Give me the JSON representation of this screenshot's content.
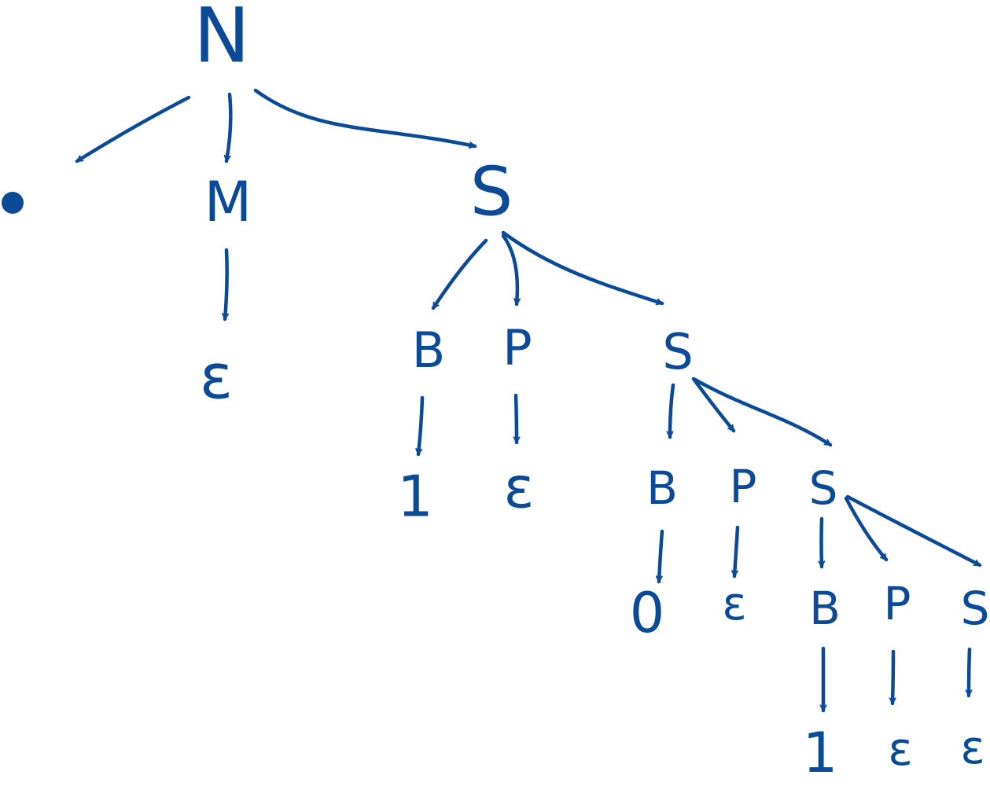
{
  "diagram": {
    "ink_color": "#0b4a96",
    "background": "#ffffff",
    "nodes": [
      {
        "id": "n",
        "label": "N"
      },
      {
        "id": "m",
        "label": "M"
      },
      {
        "id": "e1",
        "label": "ε"
      },
      {
        "id": "s1",
        "label": "S"
      },
      {
        "id": "b1",
        "label": "B"
      },
      {
        "id": "p1",
        "label": "P"
      },
      {
        "id": "s2",
        "label": "S"
      },
      {
        "id": "t1",
        "label": "1"
      },
      {
        "id": "e2",
        "label": "ε"
      },
      {
        "id": "b2",
        "label": "B"
      },
      {
        "id": "p2",
        "label": "P"
      },
      {
        "id": "s3",
        "label": "S"
      },
      {
        "id": "t0",
        "label": "0"
      },
      {
        "id": "e3",
        "label": "ε"
      },
      {
        "id": "b3",
        "label": "B"
      },
      {
        "id": "p3",
        "label": "P"
      },
      {
        "id": "s4",
        "label": "S"
      },
      {
        "id": "t2",
        "label": "1"
      },
      {
        "id": "e4",
        "label": "ε"
      },
      {
        "id": "e5",
        "label": "ε"
      }
    ],
    "edges": [
      {
        "from": "n",
        "to": "dot"
      },
      {
        "from": "n",
        "to": "m"
      },
      {
        "from": "n",
        "to": "s1"
      },
      {
        "from": "m",
        "to": "e1"
      },
      {
        "from": "s1",
        "to": "b1"
      },
      {
        "from": "s1",
        "to": "p1"
      },
      {
        "from": "s1",
        "to": "s2"
      },
      {
        "from": "b1",
        "to": "t1"
      },
      {
        "from": "p1",
        "to": "e2"
      },
      {
        "from": "s2",
        "to": "b2"
      },
      {
        "from": "s2",
        "to": "p2"
      },
      {
        "from": "s2",
        "to": "s3"
      },
      {
        "from": "b2",
        "to": "t0"
      },
      {
        "from": "p2",
        "to": "e3"
      },
      {
        "from": "s3",
        "to": "b3"
      },
      {
        "from": "s3",
        "to": "p3"
      },
      {
        "from": "s3",
        "to": "s4"
      },
      {
        "from": "b3",
        "to": "t2"
      },
      {
        "from": "p3",
        "to": "e4"
      },
      {
        "from": "s4",
        "to": "e5"
      }
    ]
  }
}
